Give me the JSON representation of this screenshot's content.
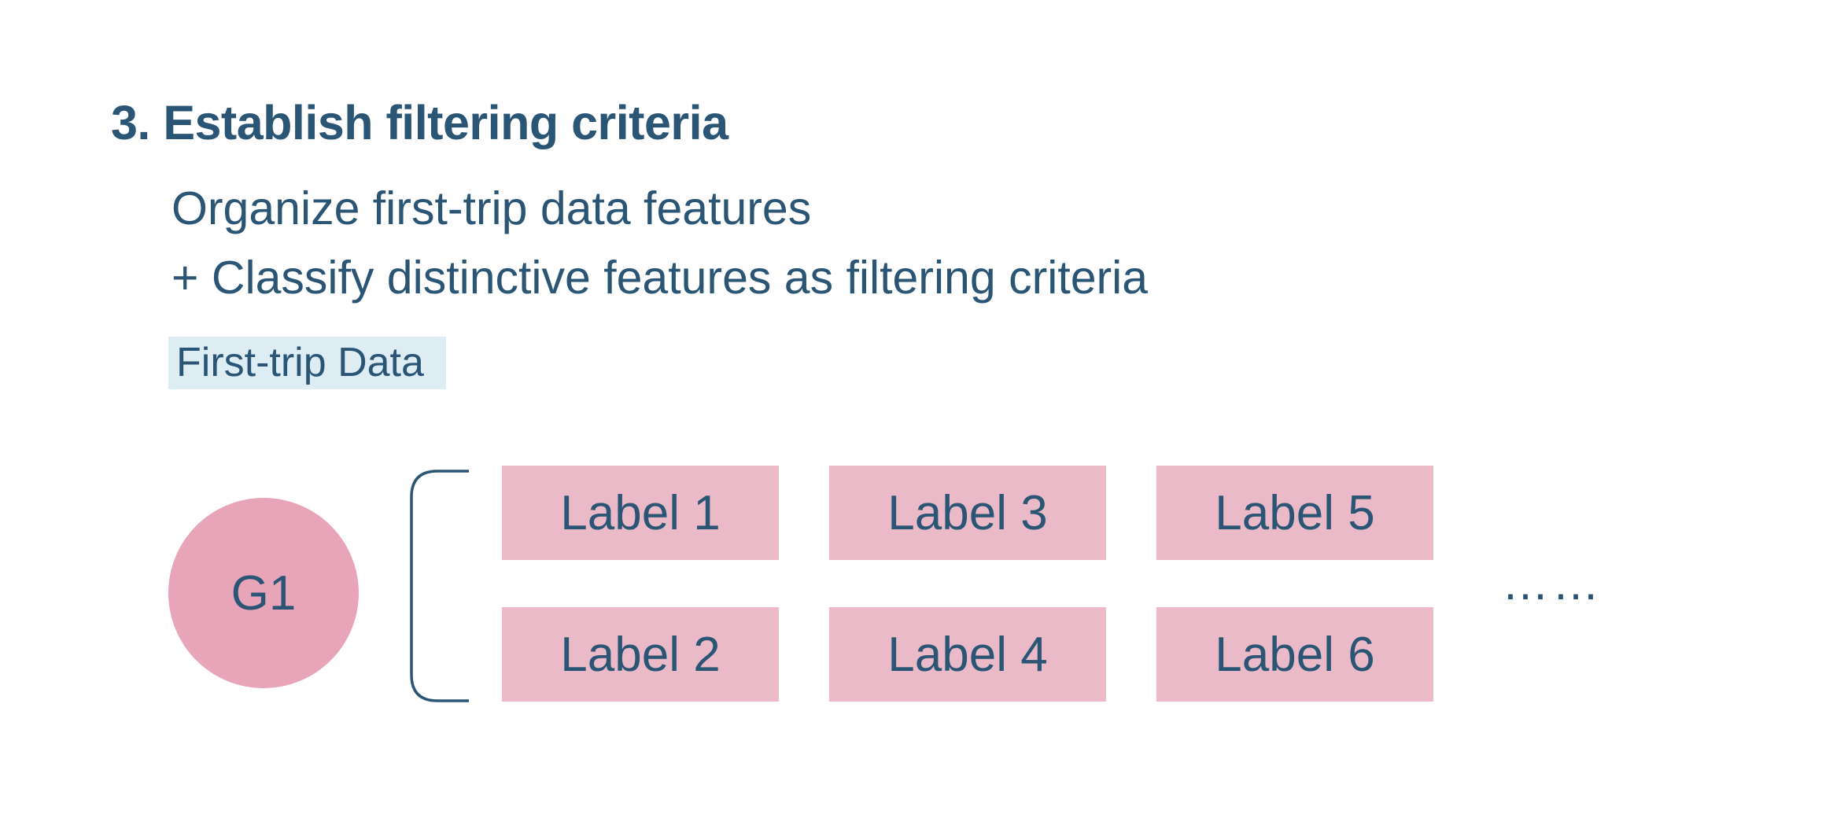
{
  "heading": "3. Establish filtering criteria",
  "description": [
    "Organize first-trip data features",
    "+ Classify distinctive features as filtering criteria"
  ],
  "data_tag": "First-trip Data",
  "group": {
    "label": "G1",
    "color": "#e8a4b8"
  },
  "labels": [
    "Label 1",
    "Label 2",
    "Label 3",
    "Label 4",
    "Label 5",
    "Label 6"
  ],
  "label_color": "#ebbac8",
  "ellipsis": "……",
  "colors": {
    "text": "#2b5574",
    "tag_background": "#ddedf3"
  }
}
